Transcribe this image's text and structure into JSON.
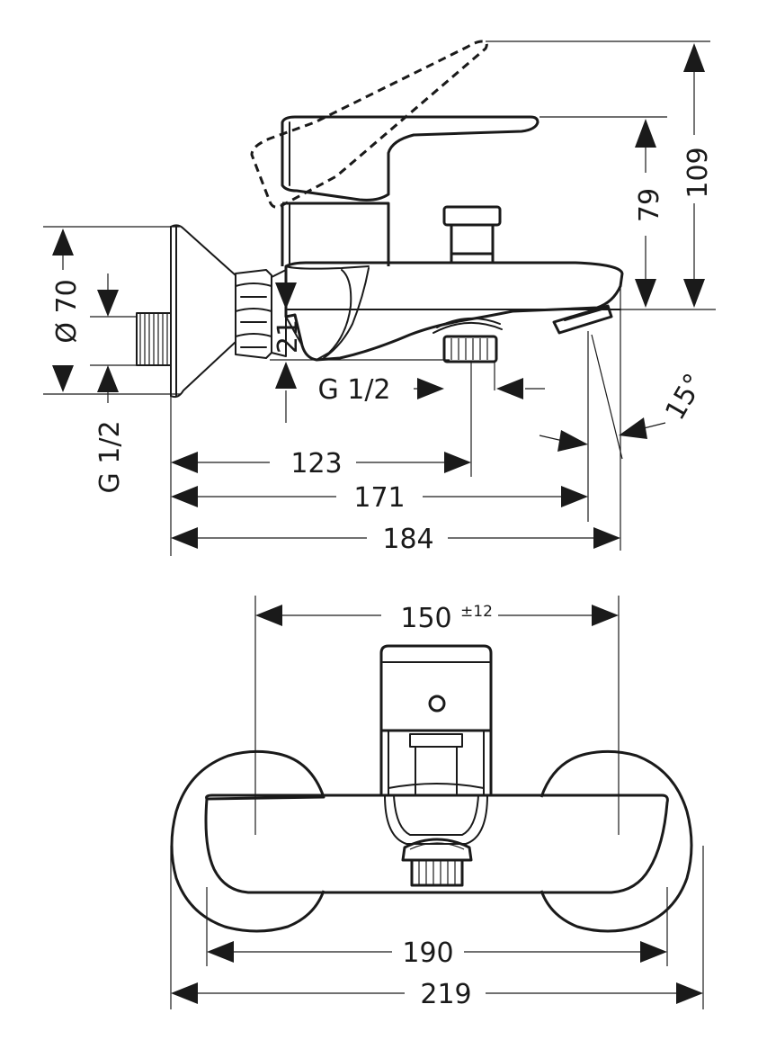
{
  "side_view": {
    "dims": {
      "height_total": "109",
      "height_lever": "79",
      "height_spout": "21",
      "diameter_rosette": "Ø 70",
      "thread_wall": "G 1/2",
      "thread_outlet": "G 1/2",
      "angle": "15°",
      "depth_outlet": "123",
      "depth_spout_tip": "171",
      "depth_total": "184"
    }
  },
  "front_view": {
    "dims": {
      "centers": "150",
      "centers_tolerance": "±12",
      "width_body": "190",
      "width_total": "219"
    }
  }
}
